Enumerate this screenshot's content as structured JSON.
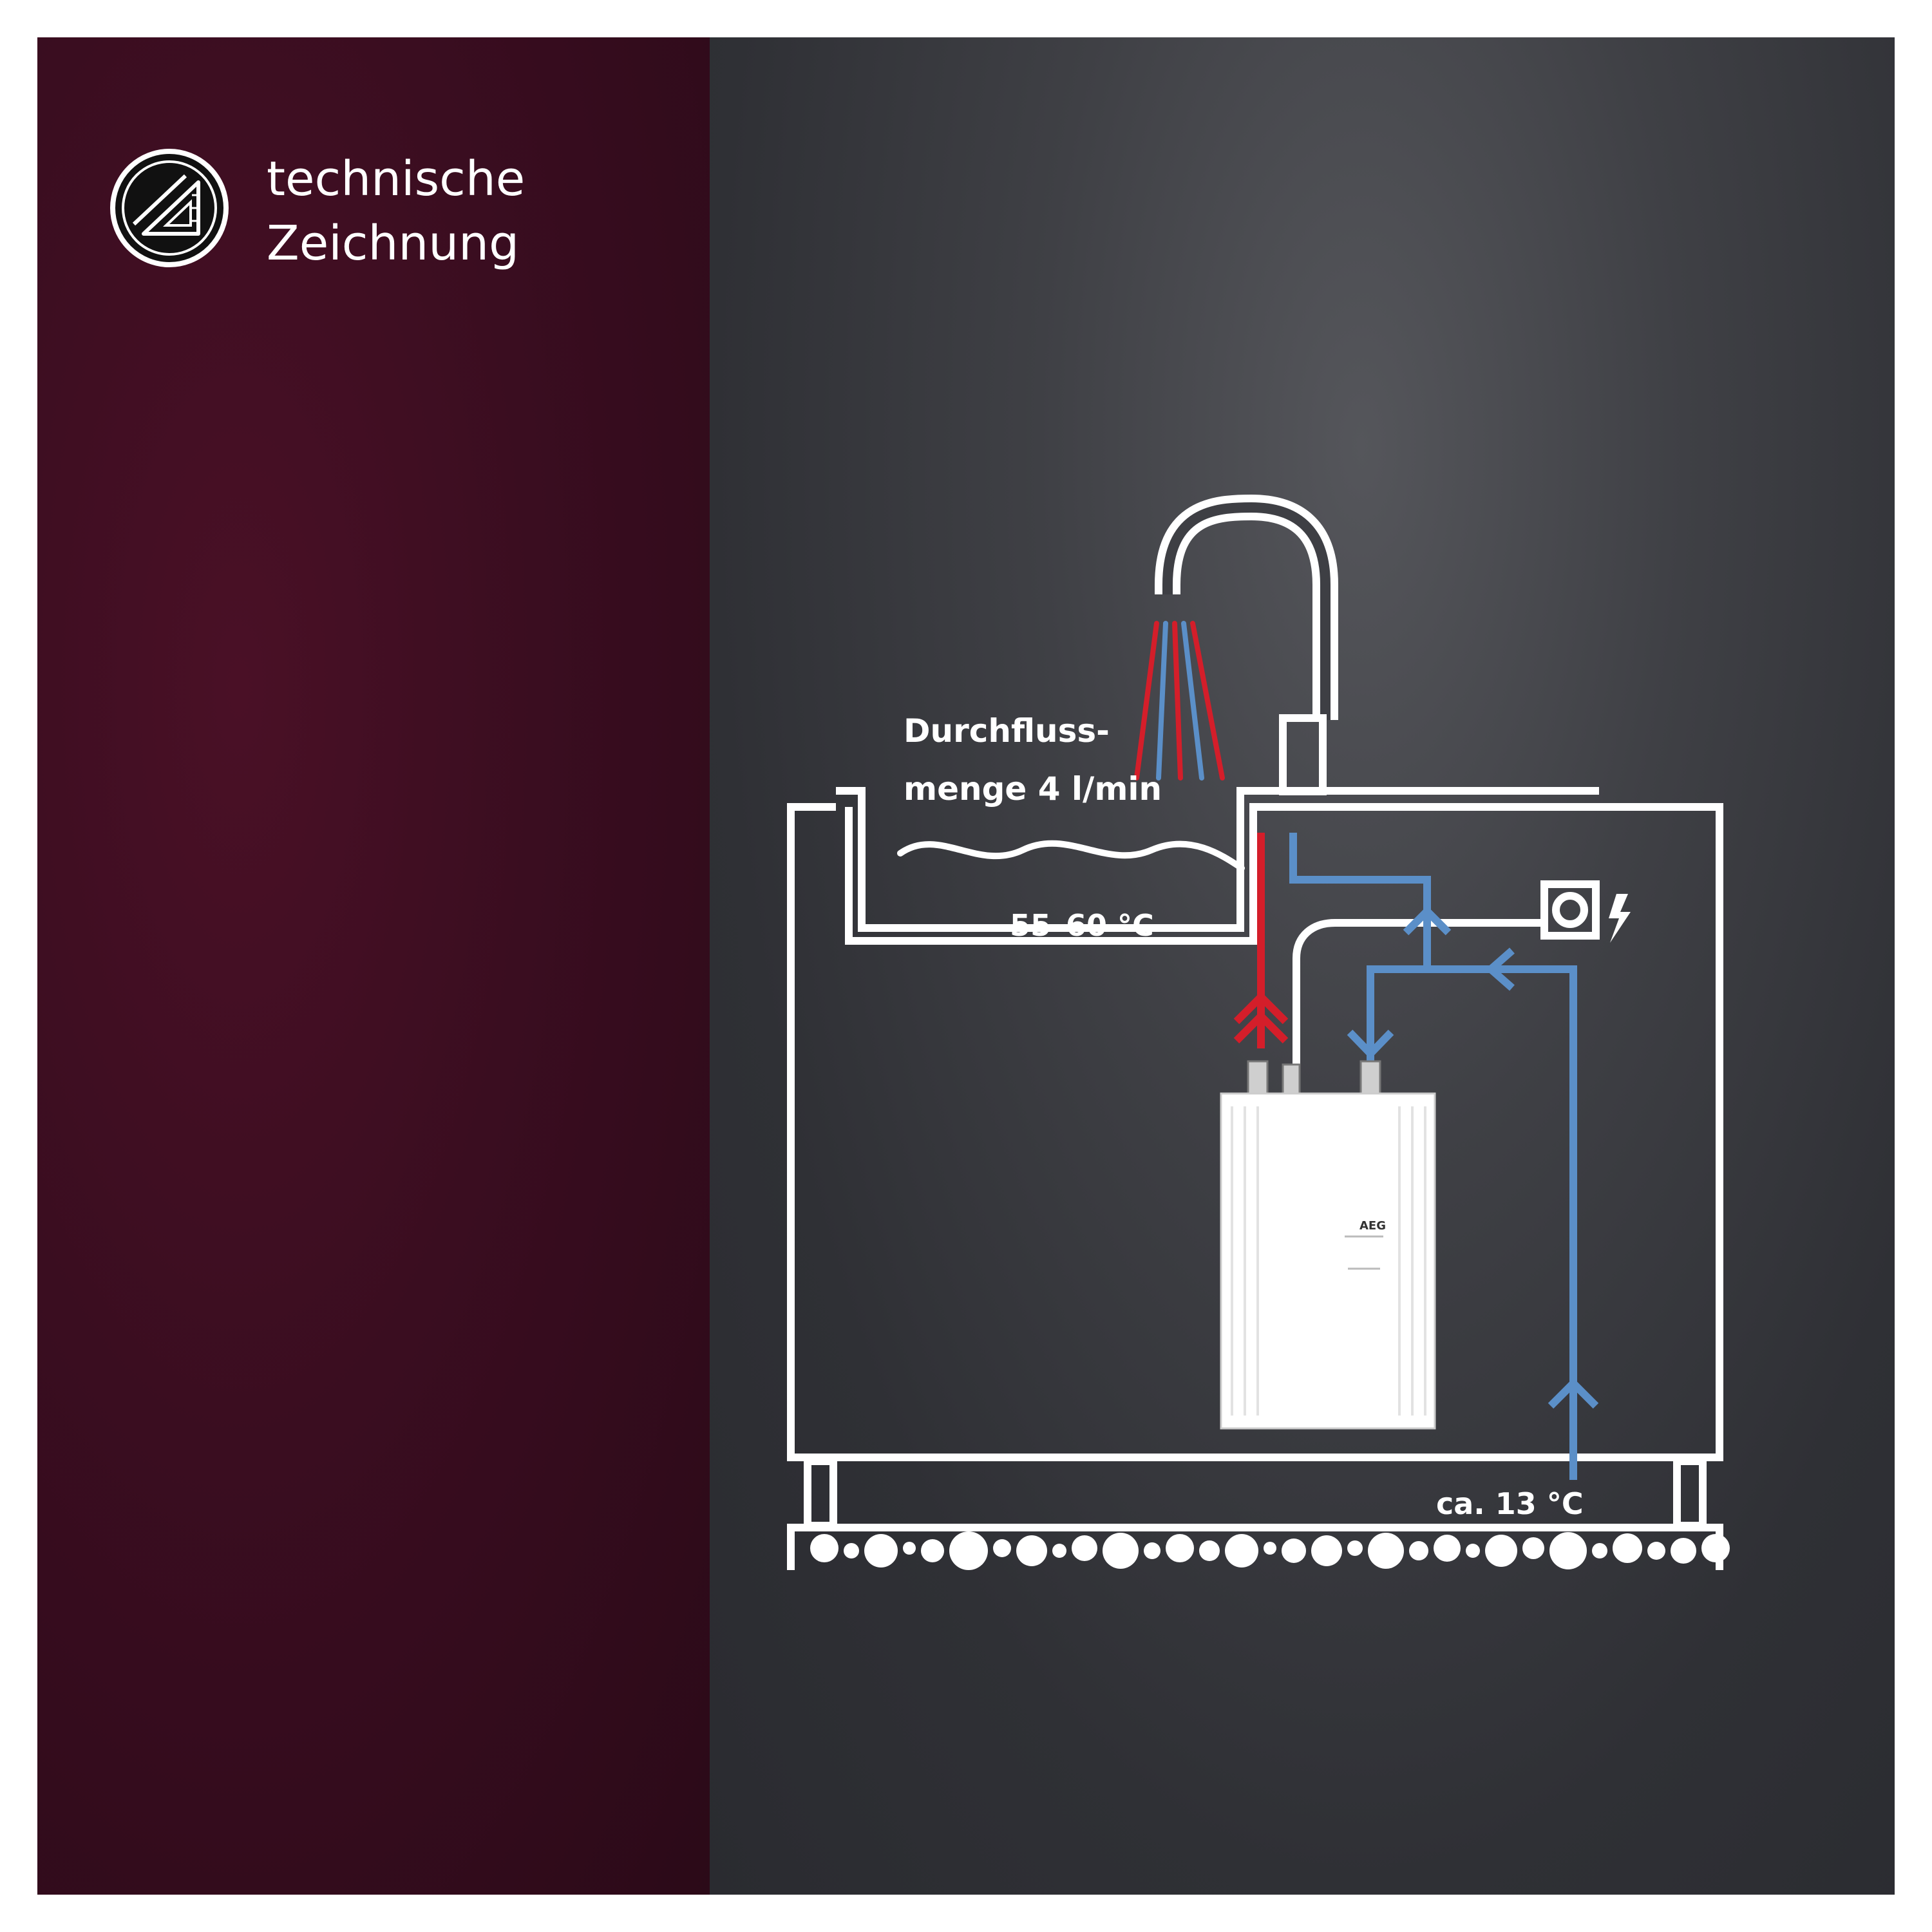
{
  "heading": {
    "line1": "technische",
    "line2": "Zeichnung"
  },
  "labels": {
    "flow_line1": "Durchfluss-",
    "flow_line2": "menge 4 l/min",
    "hot_temp": "55–60 °C",
    "cold_temp": "ca. 13 °C"
  },
  "device": {
    "brand": "AEG"
  },
  "icons": {
    "logo": "drafting-triangle-icon",
    "power": "lightning-icon"
  },
  "colors": {
    "left_panel": "#3a0d20",
    "background": "#3a3b40",
    "line": "#ffffff",
    "hot": "#d41e2a",
    "cold": "#5b8fc8"
  }
}
